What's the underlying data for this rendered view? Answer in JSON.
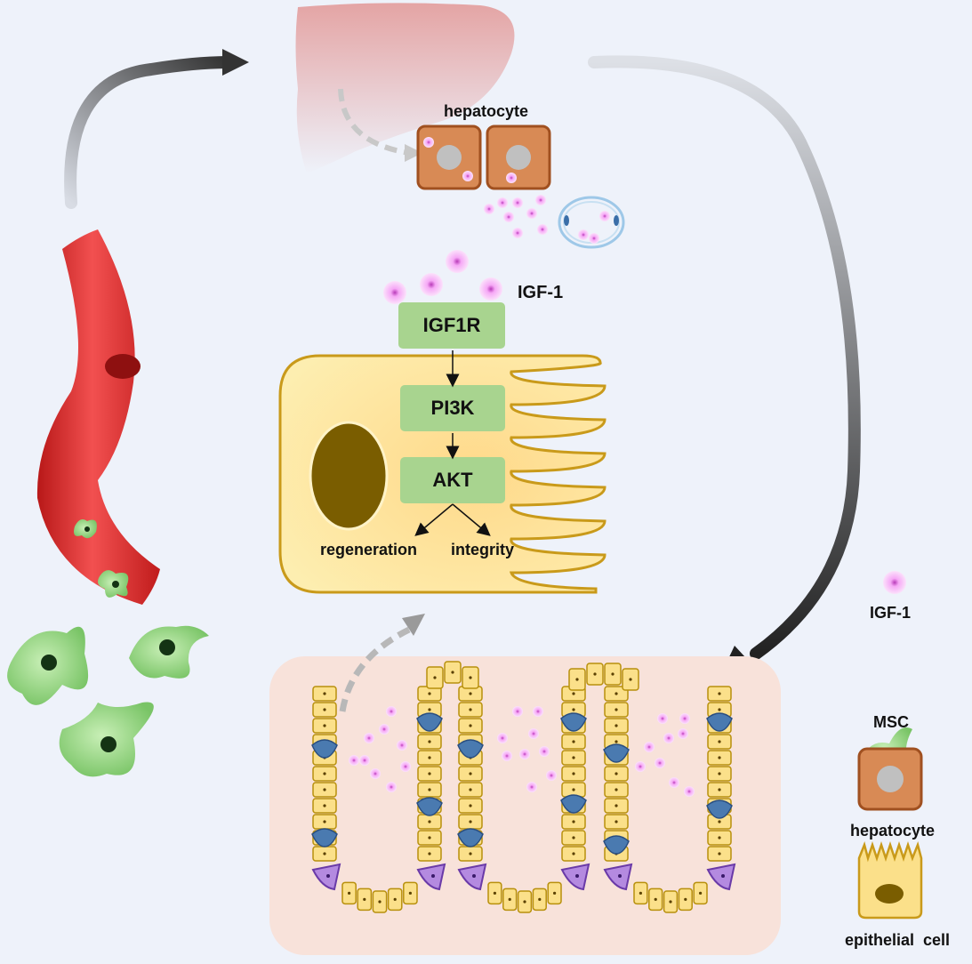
{
  "diagram": {
    "liver_label": "hepatocyte",
    "ligand_label": "IGF-1",
    "pathway": {
      "receptor": "IGF1R",
      "kinase": "PI3K",
      "effector": "AKT",
      "outcomes": [
        "regeneration",
        "integrity"
      ]
    }
  },
  "legend": {
    "items": [
      {
        "label": "IGF-1",
        "icon": "igf1-particle-icon"
      },
      {
        "label": "MSC",
        "icon": "msc-cell-icon"
      },
      {
        "label": "hepatocyte",
        "icon": "hepatocyte-icon"
      },
      {
        "label": "epithelial  cell",
        "icon": "epithelial-cell-icon"
      }
    ]
  },
  "colors": {
    "background": "#eef2fa",
    "receptor_box": "#a8d48f",
    "epithelial_fill": "#fbe08a",
    "hepatocyte_fill": "#d88a55",
    "msc_fill": "#9fd88a",
    "igf1": "#f0a0f0",
    "vessel": "#e83030",
    "intestine_panel": "#f8e2da"
  }
}
